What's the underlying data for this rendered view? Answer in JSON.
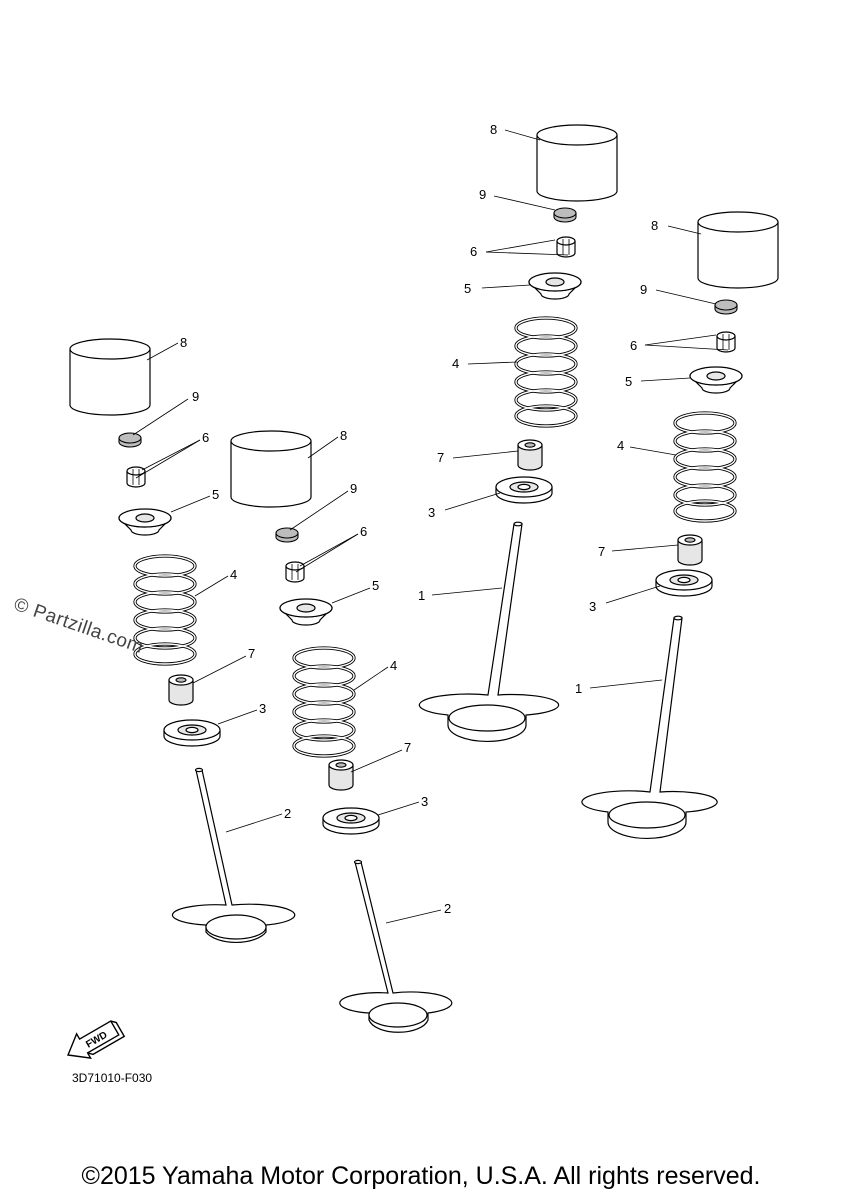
{
  "watermark": "© Partzilla.com",
  "diagram_code": "3D71010-F030",
  "fwd_label": "FWD",
  "copyright": "©2015 Yamaha Motor Corporation, U.S.A. All rights reserved.",
  "callouts": {
    "n1": "1",
    "n2": "2",
    "n3": "3",
    "n4": "4",
    "n5": "5",
    "n6": "6",
    "n7": "7",
    "n8": "8",
    "n9": "9"
  }
}
